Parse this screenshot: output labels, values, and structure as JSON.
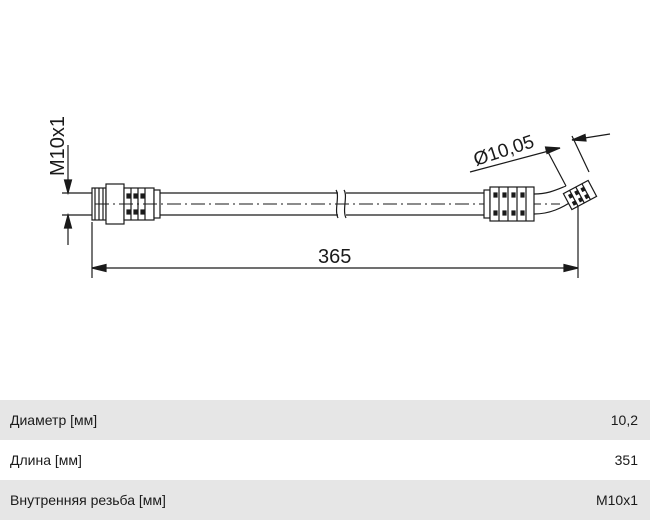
{
  "drawing": {
    "thread_label": "M10x1",
    "diameter_label": "Ø10,05",
    "length_label": "365"
  },
  "specs": [
    {
      "label": "Диаметр [мм]",
      "value": "10,2"
    },
    {
      "label": "Длина [мм]",
      "value": "351"
    },
    {
      "label": "Внутренняя резьба [мм]",
      "value": "M10x1"
    }
  ],
  "colors": {
    "line": "#1a1a1a",
    "row_shade": "#e6e6e6"
  }
}
